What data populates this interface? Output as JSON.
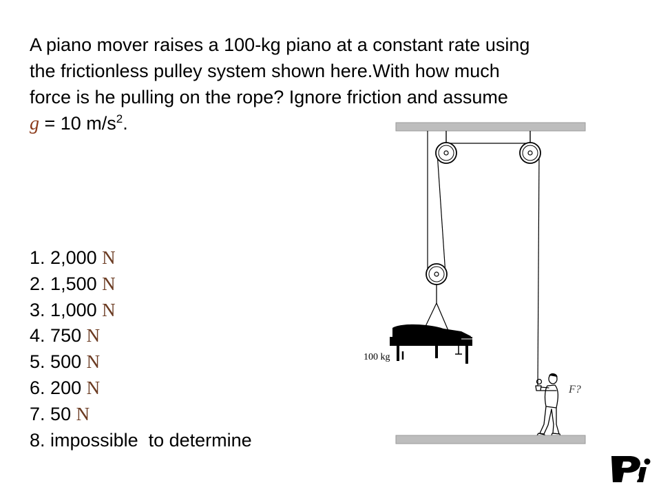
{
  "question": {
    "line1": "A piano mover raises a 100-kg piano at a constant rate using",
    "line2": "the frictionless pulley system shown here.With how much",
    "line3": "force is he pulling on the rope? Ignore friction and assume",
    "g_symbol": "g",
    "g_rest": " = 10 m/s",
    "g_exponent": "2",
    "g_end": "."
  },
  "choices": [
    {
      "number": "1.",
      "value": "2,000",
      "unit": "N"
    },
    {
      "number": "2.",
      "value": "1,500",
      "unit": "N"
    },
    {
      "number": "3.",
      "value": "1,000",
      "unit": "N"
    },
    {
      "number": "4.",
      "value": "750",
      "unit": "N"
    },
    {
      "number": "5.",
      "value": "500",
      "unit": "N"
    },
    {
      "number": "6.",
      "value": "200",
      "unit": "N"
    },
    {
      "number": "7.",
      "value": "50",
      "unit": "N"
    },
    {
      "number": "8.",
      "value": "impossible  to determine",
      "unit": ""
    }
  ],
  "diagram": {
    "mass_label": "100 kg",
    "force_label": "F?"
  },
  "logo": {
    "text": "Pi",
    "icon": "pi-logo-icon"
  },
  "colors": {
    "text": "#000000",
    "unit": "#6b3b22",
    "g_var": "#8b3a1a",
    "ceiling": "#b8b8b8"
  }
}
